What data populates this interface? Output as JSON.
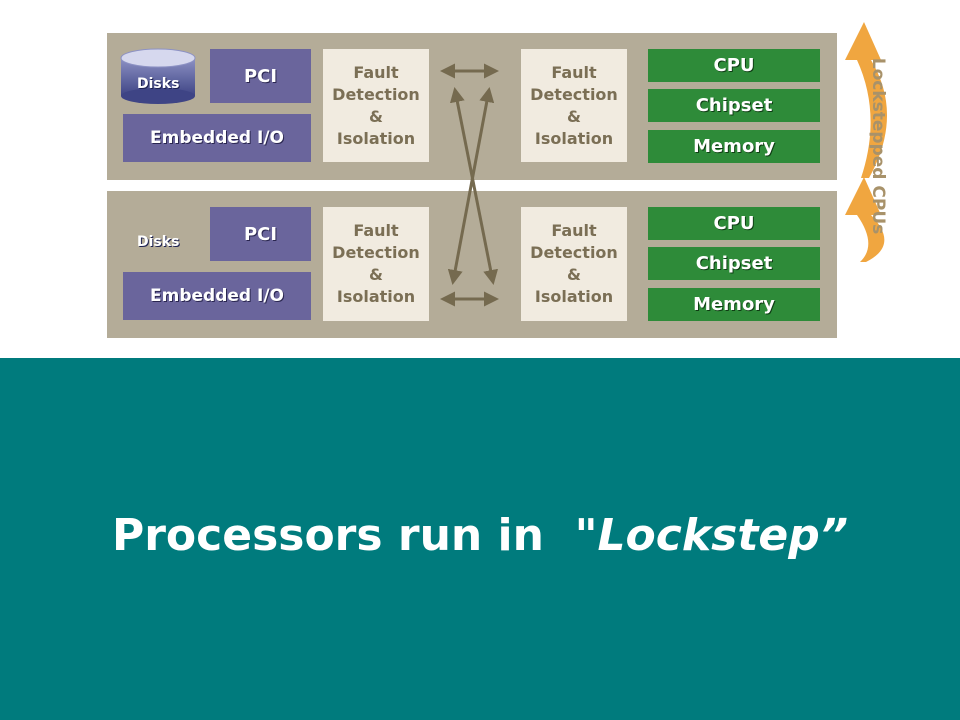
{
  "diagram": {
    "systems": [
      {
        "disks": "Disks",
        "pci": "PCI",
        "embedded_io": "Embedded I/O",
        "fault_left": [
          "Fault",
          "Detection",
          "&",
          "Isolation"
        ],
        "fault_right": [
          "Fault",
          "Detection",
          "&",
          "Isolation"
        ],
        "cpu": "CPU",
        "chipset": "Chipset",
        "memory": "Memory"
      },
      {
        "disks": "Disks",
        "pci": "PCI",
        "embedded_io": "Embedded I/O",
        "fault_left": [
          "Fault",
          "Detection",
          "&",
          "Isolation"
        ],
        "fault_right": [
          "Fault",
          "Detection",
          "&",
          "Isolation"
        ],
        "cpu": "CPU",
        "chipset": "Chipset",
        "memory": "Memory"
      }
    ],
    "side_label": "Lockstepped CPUs"
  },
  "title": {
    "prefix": "Processors run in  \"",
    "emphasis": "Lockstep",
    "suffix": "”"
  },
  "colors": {
    "band": "#b4ac98",
    "purple_box": "#6a659c",
    "green_box": "#2e8b39",
    "fault_box": "#f1ebe0",
    "arrow": "#756a4f",
    "lockstep_arrow": "#f0a640",
    "teal_background": "#007b7d"
  }
}
